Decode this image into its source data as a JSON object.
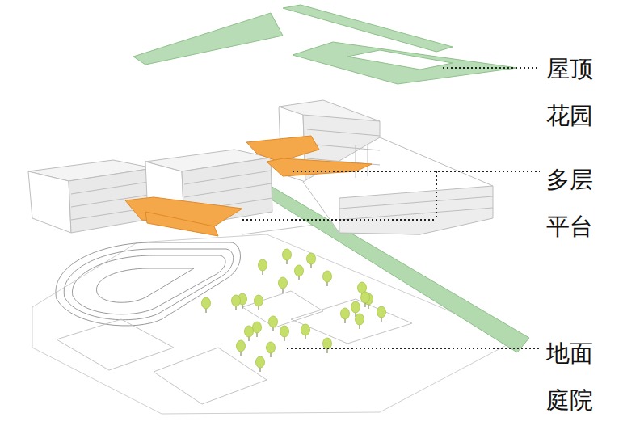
{
  "diagram": {
    "labels": [
      "屋顶 花园",
      "多层 平台",
      "地面 庭院"
    ]
  }
}
